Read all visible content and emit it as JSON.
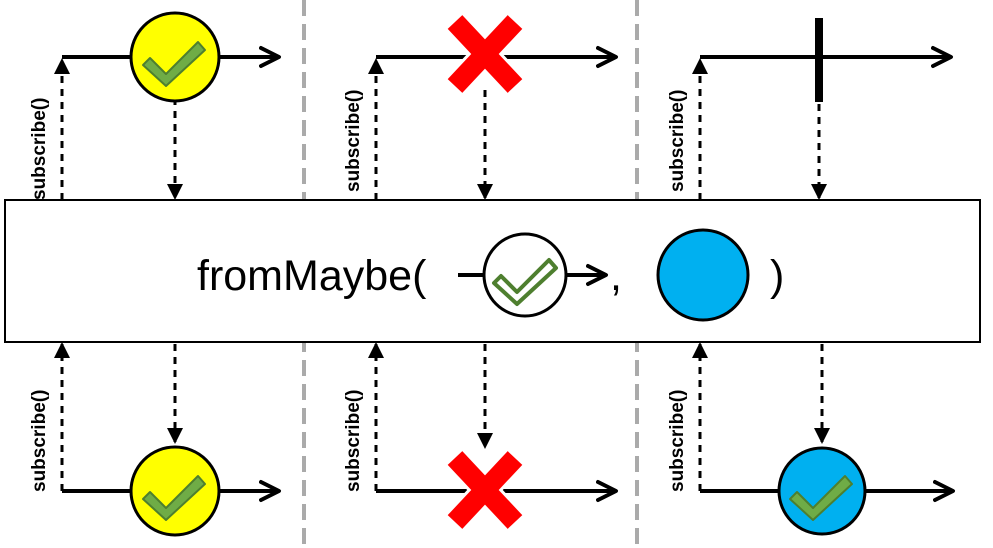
{
  "operator": {
    "name": "fromMaybe(",
    "separator": ",",
    "close": ")"
  },
  "subscribe_label": "subscribe()",
  "colors": {
    "success_item": "#ffff00",
    "error_mark": "#ff0000",
    "default_item": "#00b0f0",
    "check": "#5b9a3c",
    "divider": "#aaaaaa"
  },
  "panels": [
    {
      "id": "success",
      "source": "success",
      "result": "success-yellow"
    },
    {
      "id": "error",
      "source": "error",
      "result": "error"
    },
    {
      "id": "empty",
      "source": "complete",
      "result": "success-blue"
    }
  ]
}
